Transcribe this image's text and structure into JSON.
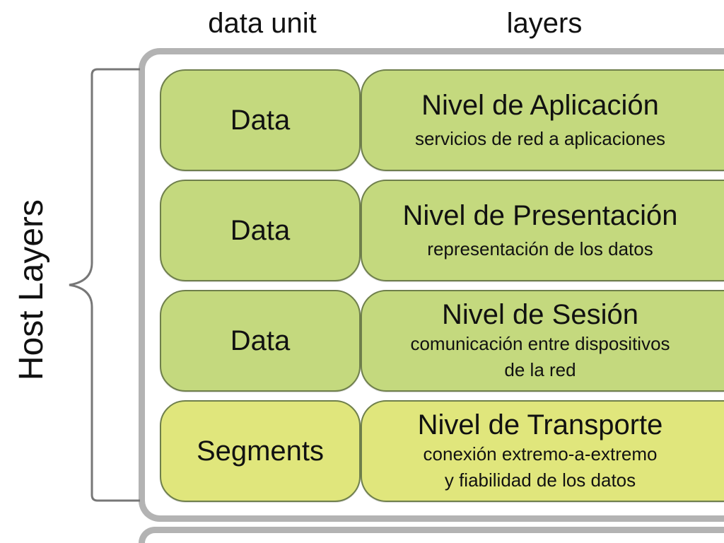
{
  "headers": {
    "data_unit": "data unit",
    "layers": "layers"
  },
  "group_label": "Host Layers",
  "colors": {
    "upper_layer_fill": "#c4d97e",
    "transport_layer_fill": "#e0e67c",
    "box_border": "#6f7f4c",
    "frame": "#b3b3b3"
  },
  "rows": [
    {
      "unit": "Data",
      "title": "Nivel de Aplicación",
      "desc_lines": [
        "servicios de red a aplicaciones"
      ]
    },
    {
      "unit": "Data",
      "title": "Nivel de Presentación",
      "desc_lines": [
        "representación de los datos"
      ]
    },
    {
      "unit": "Data",
      "title": "Nivel de Sesión",
      "desc_lines": [
        "comunicación entre dispositivos",
        "de la red"
      ]
    },
    {
      "unit": "Segments",
      "title": "Nivel de Transporte",
      "desc_lines": [
        "conexión extremo-a-extremo",
        "y fiabilidad de los datos"
      ]
    }
  ]
}
